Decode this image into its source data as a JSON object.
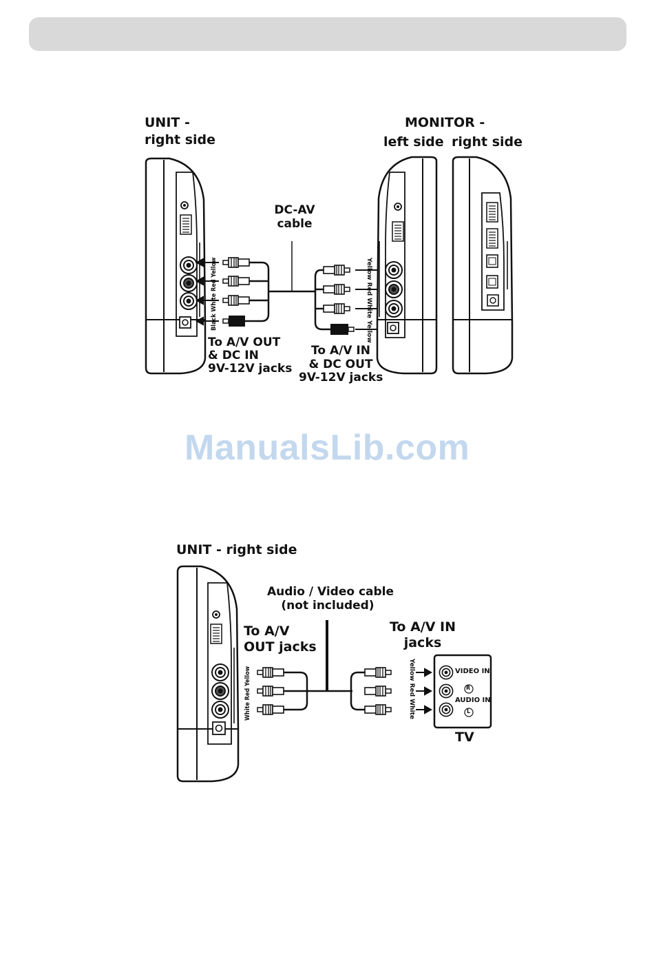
{
  "diagram1": {
    "unit_label_line1": "UNIT -",
    "unit_label_line2": "right side",
    "monitor_label": "MONITOR -",
    "left_side": "left side",
    "right_side": "right side",
    "cable_line1": "DC-AV",
    "cable_line2": "cable",
    "unit_jacks_line1": "To A/V OUT",
    "unit_jacks_line2": "& DC IN",
    "unit_jacks_line3": "9V-12V jacks",
    "monitor_jacks_line1": "To A/V IN",
    "monitor_jacks_line2": "& DC OUT",
    "monitor_jacks_line3": "9V-12V jacks",
    "unit_plug_colors": "Black White Red Yellow",
    "monitor_plug_colors": "Yellow Red White Yellow"
  },
  "watermark": "ManualsLib.com",
  "diagram2": {
    "unit_label": "UNIT - right side",
    "cable_line1": "Audio / Video cable",
    "cable_line2": "(not included)",
    "unit_jacks_line1": "To A/V",
    "unit_jacks_line2": "OUT jacks",
    "tv_jacks_line1": "To A/V IN",
    "tv_jacks_line2": "jacks",
    "unit_plug_colors": "White  Red  Yellow",
    "tv_plug_colors": "Yellow  Red  White",
    "video_in": "VIDEO IN",
    "audio_in": "AUDIO IN",
    "right_channel": "R",
    "left_channel": "L",
    "tv_label": "TV"
  }
}
